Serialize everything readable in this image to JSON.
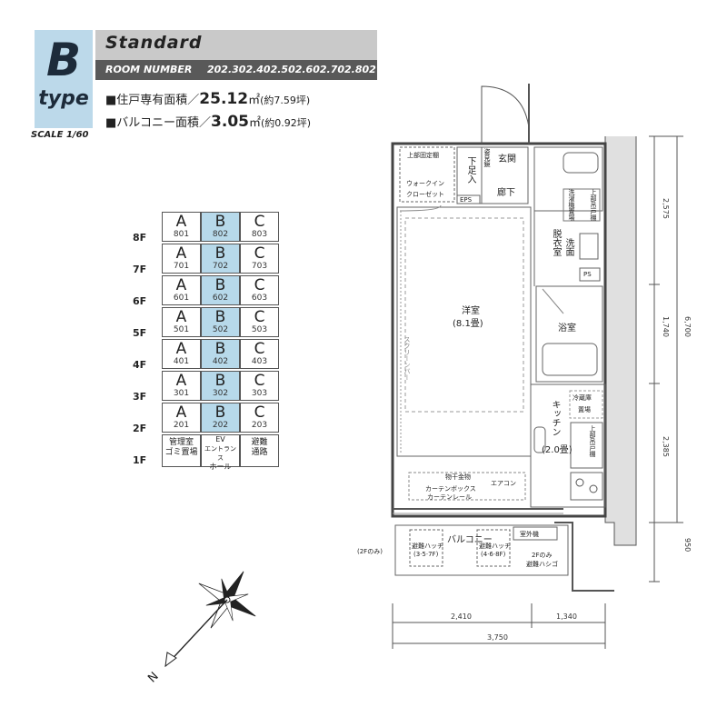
{
  "header": {
    "type_letter": "B",
    "type_word": "type",
    "scale": "SCALE 1/60",
    "plan_name": "Standard",
    "room_number_label": "ROOM NUMBER",
    "room_numbers": "202.302.402.502.602.702.802",
    "private_area_label": "■住戸専有面積／",
    "private_area_value": "25.12",
    "private_area_unit": "㎡",
    "private_area_tsubo": "(約7.59坪)",
    "balcony_area_label": "■バルコニー面積／",
    "balcony_area_value": "3.05",
    "balcony_area_unit": "㎡",
    "balcony_area_tsubo": "(約0.92坪)"
  },
  "floor_table": {
    "rows": [
      {
        "floor": "8F",
        "a": "801",
        "b": "802",
        "c": "803"
      },
      {
        "floor": "7F",
        "a": "701",
        "b": "702",
        "c": "703"
      },
      {
        "floor": "6F",
        "a": "601",
        "b": "602",
        "c": "603"
      },
      {
        "floor": "5F",
        "a": "501",
        "b": "502",
        "c": "503"
      },
      {
        "floor": "4F",
        "a": "401",
        "b": "402",
        "c": "403"
      },
      {
        "floor": "3F",
        "a": "301",
        "b": "302",
        "c": "303"
      },
      {
        "floor": "2F",
        "a": "201",
        "b": "202",
        "c": "203"
      }
    ],
    "type_a": "A",
    "type_b": "B",
    "type_c": "C",
    "ground": {
      "floor": "1F",
      "c1_l1": "管理室",
      "c1_l2": "ゴミ置場",
      "c2_l1": "EV",
      "c2_l2": "エントランス",
      "c2_l3": "ホール",
      "c3_l1": "避難",
      "c3_l2": "通路"
    },
    "highlight_color": "#b7d9ea"
  },
  "plan": {
    "entrance": "玄関",
    "shoe_box": "下足入",
    "mirror": "姿見鏡",
    "ceiling_shelf": "上部固定棚",
    "walkin_l1": "ウォークイン",
    "walkin_l2": "クローゼット",
    "eps": "EPS",
    "corridor": "廊下",
    "washing_machine": "洗濯機置場",
    "upper_cabinet": "上部吊戸棚",
    "dressing": "脱衣室",
    "washbasin": "洗面",
    "ps": "PS",
    "western_room": "洋室",
    "western_room_size": "(8.1畳)",
    "bath": "浴室",
    "fridge_l1": "冷蔵庫",
    "fridge_l2": "置場",
    "kitchen": "キッチン",
    "kitchen_size": "(2.0畳)",
    "kitchen_upper": "上部吊戸棚",
    "screen": "スクリーンバー",
    "laundry_rail": "物干金物",
    "aircon": "エアコン",
    "curtain_box": "カーテンボックス",
    "curtain_rail": "カーテンレール",
    "balcony": "バルコニー",
    "outdoor_unit": "室外機",
    "hatch_a_l1": "避難ハッチ",
    "hatch_a_l2": "(3·5·7F)",
    "hatch_b_l1": "避難ハッチ",
    "hatch_b_l2": "(4·6·8F)",
    "ladder_l1": "2Fのみ",
    "ladder_l2": "避難ハシゴ",
    "only_2f": "(2Fのみ)"
  },
  "dimensions": {
    "d1": "2,575",
    "d2": "1,740",
    "d3": "2,385",
    "d4": "950",
    "d_total": "6,700",
    "w1": "2,410",
    "w2": "1,340",
    "w_total": "3,750"
  },
  "compass": {
    "north": "N"
  }
}
